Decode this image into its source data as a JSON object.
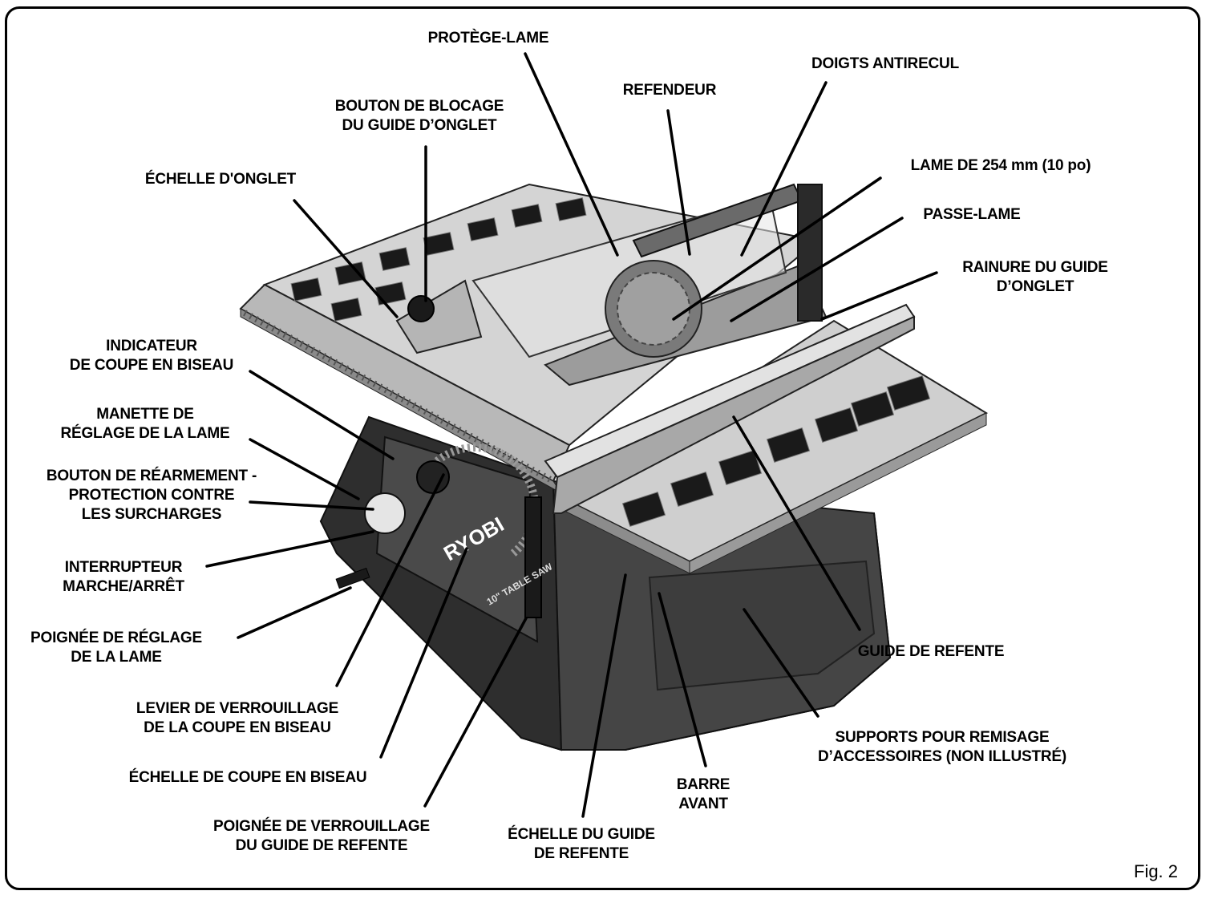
{
  "figure_label": "Fig. 2",
  "brand_text": "RYOBI",
  "model_text": "10\" TABLE SAW",
  "colors": {
    "line": "#000000",
    "metal": "#c9c9c9",
    "body": "#3a3a3a"
  },
  "labels": {
    "protege_lame": [
      "PROTÈGE-LAME"
    ],
    "doigts_antirecul": [
      "DOIGTS ANTIRECUL"
    ],
    "refendeur": [
      "REFENDEUR"
    ],
    "bouton_blocage": [
      "BOUTON DE BLOCAGE",
      "DU GUIDE D’ONGLET"
    ],
    "lame_254": [
      "LAME DE 254 mm (10 po)"
    ],
    "echelle_onglet": [
      "ÉCHELLE D'ONGLET"
    ],
    "passe_lame": [
      "PASSE-LAME"
    ],
    "rainure_guide": [
      "RAINURE DU GUIDE",
      "D’ONGLET"
    ],
    "indicateur_biseau": [
      "INDICATEUR",
      "DE COUPE EN BISEAU"
    ],
    "manette_reglage": [
      "MANETTE DE",
      "RÉGLAGE DE LA LAME"
    ],
    "bouton_rearmement": [
      "BOUTON DE RÉARMEMENT -",
      "PROTECTION CONTRE",
      "LES SURCHARGES"
    ],
    "interrupteur": [
      "INTERRUPTEUR",
      "MARCHE/ARRÊT"
    ],
    "poignee_reglage": [
      "POIGNÉE DE RÉGLAGE",
      "DE LA LAME"
    ],
    "levier_verrouillage": [
      "LEVIER DE VERROUILLAGE",
      "DE LA COUPE EN BISEAU"
    ],
    "echelle_biseau": [
      "ÉCHELLE DE COUPE EN BISEAU"
    ],
    "poignee_verrouillage": [
      "POIGNÉE DE VERROUILLAGE",
      "DU GUIDE DE REFENTE"
    ],
    "echelle_guide_refente": [
      "ÉCHELLE DU GUIDE",
      "DE REFENTE"
    ],
    "barre_avant": [
      "BARRE",
      "AVANT"
    ],
    "guide_refente": [
      "GUIDE DE REFENTE"
    ],
    "supports_remisage": [
      "SUPPORTS POUR REMISAGE",
      "D’ACCESSOIRES (NON ILLUSTRÉ)"
    ]
  }
}
